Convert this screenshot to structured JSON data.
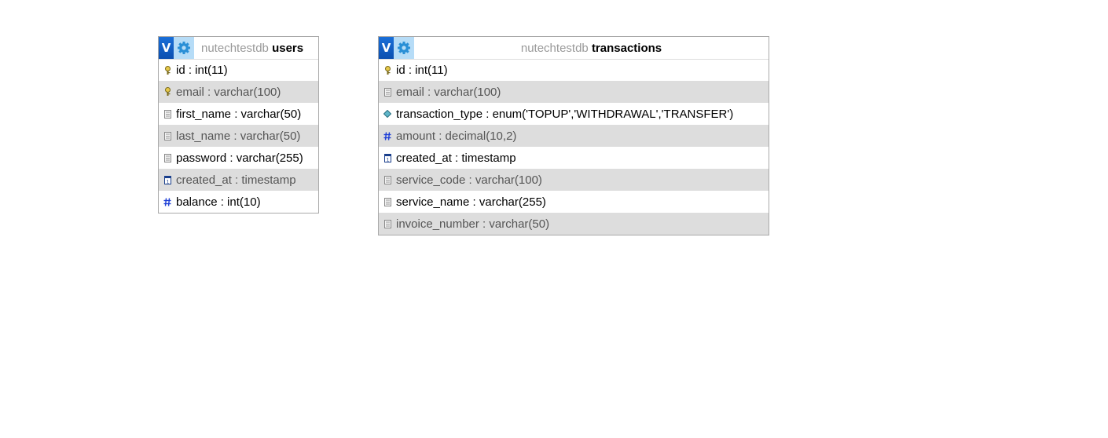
{
  "tables": [
    {
      "id": "users",
      "db_name": "nutechtestdb",
      "table_name": "users",
      "toggle_label": "V",
      "columns": [
        {
          "text": "id : int(11)",
          "icon": "key-icon"
        },
        {
          "text": "email : varchar(100)",
          "icon": "key-icon"
        },
        {
          "text": "first_name : varchar(50)",
          "icon": "text-field-icon"
        },
        {
          "text": "last_name : varchar(50)",
          "icon": "text-field-icon"
        },
        {
          "text": "password : varchar(255)",
          "icon": "text-field-icon"
        },
        {
          "text": "created_at : timestamp",
          "icon": "calendar-icon"
        },
        {
          "text": "balance : int(10)",
          "icon": "number-icon"
        }
      ]
    },
    {
      "id": "transactions",
      "db_name": "nutechtestdb",
      "table_name": "transactions",
      "toggle_label": "V",
      "columns": [
        {
          "text": "id : int(11)",
          "icon": "key-icon"
        },
        {
          "text": "email : varchar(100)",
          "icon": "text-field-icon"
        },
        {
          "text": "transaction_type : enum('TOPUP','WITHDRAWAL','TRANSFER')",
          "icon": "enum-icon"
        },
        {
          "text": "amount : decimal(10,2)",
          "icon": "number-icon"
        },
        {
          "text": "created_at : timestamp",
          "icon": "calendar-icon"
        },
        {
          "text": "service_code : varchar(100)",
          "icon": "text-field-icon"
        },
        {
          "text": "service_name : varchar(255)",
          "icon": "text-field-icon"
        },
        {
          "text": "invoice_number : varchar(50)",
          "icon": "text-field-icon"
        }
      ]
    }
  ],
  "colors": {
    "toggle_bg": "#0b4fb0",
    "gear_bg": "#b6dcf7",
    "alt_row_bg": "#dddddd",
    "border": "#aaaaaa"
  }
}
